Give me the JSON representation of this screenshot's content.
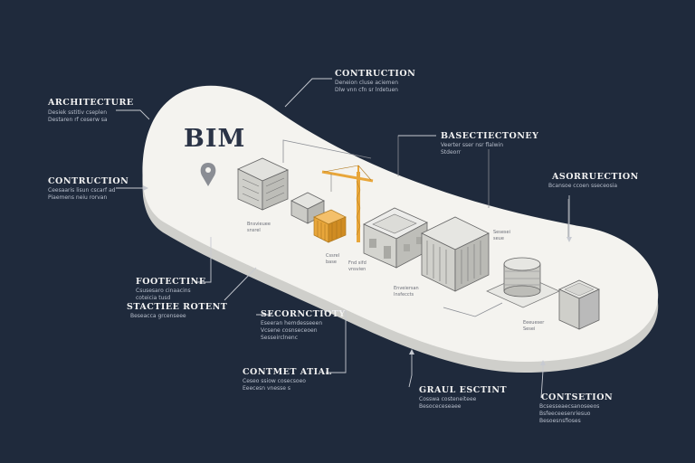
{
  "title": "BIM",
  "callouts": [
    {
      "id": "architecture",
      "label": "ARCHITECTURE",
      "sub": "Desiek sstitiv cseplen\nDestaren rf ceserw sa"
    },
    {
      "id": "contruction-left",
      "label": "CONTRUCTION",
      "sub": "Ceesaaris lisun cscarf ad\nPiaemens neiu rorvan"
    },
    {
      "id": "contruction-top",
      "label": "CONTRUCTION",
      "sub": "Deneion cluse aciemen\nDlw vnn cfn sr lrdetuen"
    },
    {
      "id": "basectiectoney",
      "label": "BASECTIECTONEY",
      "sub": "Veerter sser nsr flalwin\nStdeorr"
    },
    {
      "id": "asorruection",
      "label": "ASORRUECTION",
      "sub": "Bcansoe ccoen sseceosia"
    },
    {
      "id": "footectine",
      "label": "FOOTECTINE",
      "sub": "Csusesaro cinaacins\ncoteicia tusd"
    },
    {
      "id": "stactiee-rotent",
      "label": "STACTIEE ROTENT",
      "sub": "Beseacca grcenseee"
    },
    {
      "id": "secornctioty",
      "label": "SECORNCTIOTY",
      "sub": "Eseeran hemdesseeen\nVcsene cosnseceoen\nSesseirclnenc"
    },
    {
      "id": "contmet-atial",
      "label": "CONTMET ATIAL",
      "sub": "Ceseo ssiow cosecsoeo\nEeecesn vnesse s"
    },
    {
      "id": "graul-esctint",
      "label": "GRAUL ESCTINT",
      "sub": "Cosswa costeneiteee\nBesoceceseaee"
    },
    {
      "id": "contsetion",
      "label": "CONTSETION",
      "sub": "Bcsesseaecsanoseeos\nBsfeeceesenriesuo\nBesoesnsfioses"
    }
  ],
  "captions": [
    {
      "id": "cap-1",
      "text": "Bnsvieuee\nsnsrel"
    },
    {
      "id": "cap-2",
      "text": "Cssrel\nbase"
    },
    {
      "id": "cap-3",
      "text": "Fnd sifd\nvnsvien"
    },
    {
      "id": "cap-4",
      "text": "Enveiersan\nInsfeccts"
    },
    {
      "id": "cap-5",
      "text": "Sesesei\nseue"
    },
    {
      "id": "cap-6",
      "text": "Eeeueser\nSesei"
    }
  ],
  "colors": {
    "background": "#1f2a3c",
    "platform": "#f4f3ef",
    "accent": "#e8a63a",
    "text": "#f2f2f2"
  },
  "icons": [
    "location-pin-icon",
    "crane-icon"
  ]
}
